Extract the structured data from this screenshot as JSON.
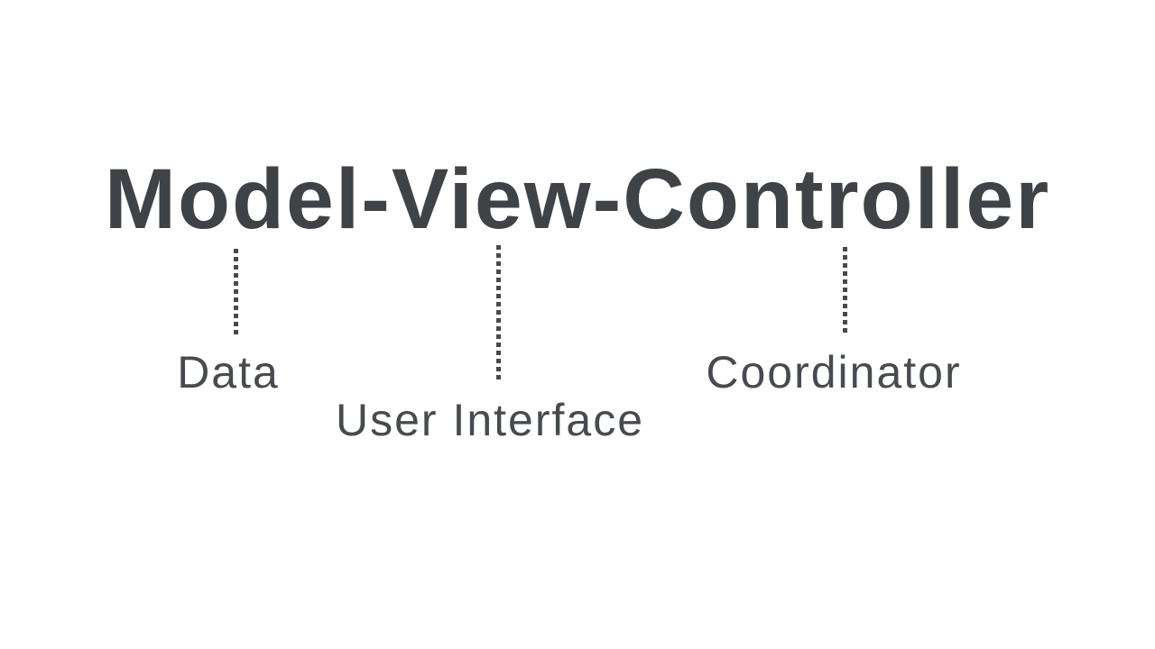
{
  "colors": {
    "background": "#ffffff",
    "title_text": "#3f4347",
    "label_text": "#474b4f",
    "connector_dots": "#46494d"
  },
  "title": {
    "text": "Model-View-Controller"
  },
  "connectors": [
    {
      "maps_to": "Model",
      "label": "Data"
    },
    {
      "maps_to": "View",
      "label": "User Interface"
    },
    {
      "maps_to": "Controller",
      "label": "Coordinator"
    }
  ]
}
